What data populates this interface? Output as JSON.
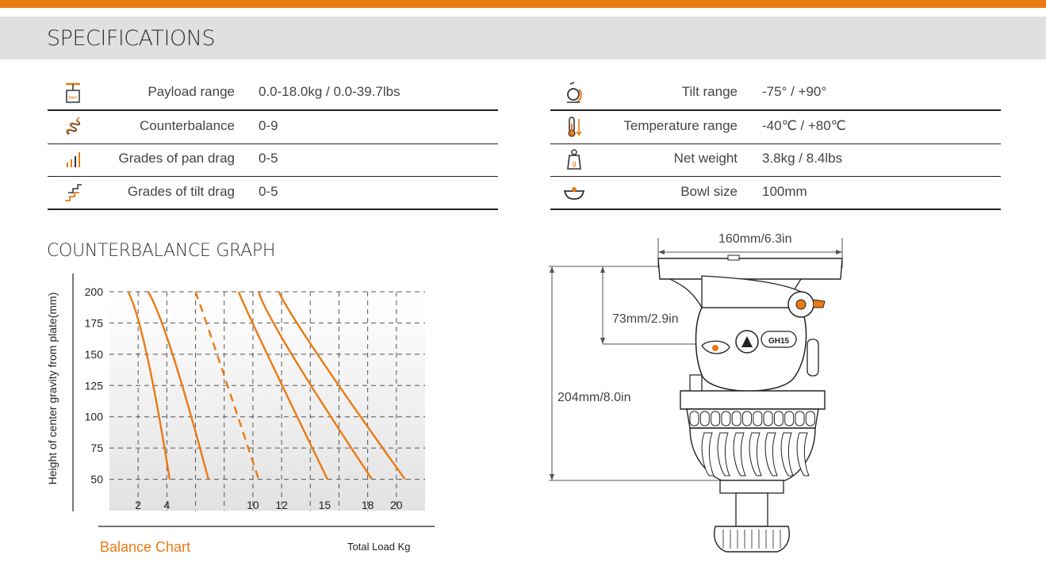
{
  "header": {
    "title": "SPECIFICATIONS"
  },
  "specs_left": [
    {
      "icon": "payload-weight-icon",
      "label": "Payload range",
      "value": "0.0-18.0kg / 0.0-39.7lbs",
      "icon_text": "MAX"
    },
    {
      "icon": "spring-icon",
      "label": "Counterbalance",
      "value": "0-9"
    },
    {
      "icon": "pan-drag-bars-icon",
      "label": "Grades of pan drag",
      "value": "0-5"
    },
    {
      "icon": "tilt-drag-steps-icon",
      "label": "Grades of tilt drag",
      "value": "0-5"
    }
  ],
  "specs_right": [
    {
      "icon": "tilt-rotation-icon",
      "label": "Tilt range",
      "value": "-75° / +90°"
    },
    {
      "icon": "thermometer-icon",
      "label": "Temperature range",
      "value": "-40℃ / +80℃"
    },
    {
      "icon": "weight-tag-icon",
      "label": "Net weight",
      "value": "3.8kg / 8.4lbs",
      "icon_text": "g"
    },
    {
      "icon": "bowl-icon",
      "label": "Bowl size",
      "value": "100mm"
    }
  ],
  "counterbalance": {
    "section_title": "COUNTERBALANCE GRAPH",
    "footer_left": "Balance Chart",
    "footer_right": "Total Load Kg"
  },
  "chart_data": {
    "type": "line",
    "ylabel": "Height of center gravity from plate(mm)",
    "xlabel": "Total Load Kg",
    "title": "",
    "ylim": [
      25,
      200
    ],
    "yticks": [
      200,
      175,
      150,
      125,
      100,
      75,
      50
    ],
    "xtick_labels": [
      "2",
      "4",
      "10",
      "12",
      "15",
      "18",
      "20"
    ],
    "grid": true,
    "accent_color": "#ea7a12",
    "series": [
      {
        "points": [
          [
            1.3,
            200
          ],
          [
            2.6,
            150
          ],
          [
            4.2,
            50
          ]
        ]
      },
      {
        "points": [
          [
            2.7,
            200
          ],
          [
            4.4,
            150
          ],
          [
            6.9,
            50
          ]
        ]
      },
      {
        "points": [
          [
            6.0,
            200
          ],
          [
            7.5,
            150
          ],
          [
            10.4,
            50
          ]
        ],
        "dashed": true
      },
      {
        "points": [
          [
            9.0,
            200
          ],
          [
            11.0,
            150
          ],
          [
            15.2,
            50
          ]
        ]
      },
      {
        "points": [
          [
            10.4,
            200
          ],
          [
            12.7,
            150
          ],
          [
            18.3,
            50
          ]
        ]
      },
      {
        "points": [
          [
            11.8,
            200
          ],
          [
            14.5,
            150
          ],
          [
            20.6,
            50
          ]
        ]
      }
    ]
  },
  "diagram": {
    "width_label": "160mm/6.3in",
    "height_label": "204mm/8.0in",
    "center_label": "73mm/2.9in",
    "model_label": "GH15"
  }
}
